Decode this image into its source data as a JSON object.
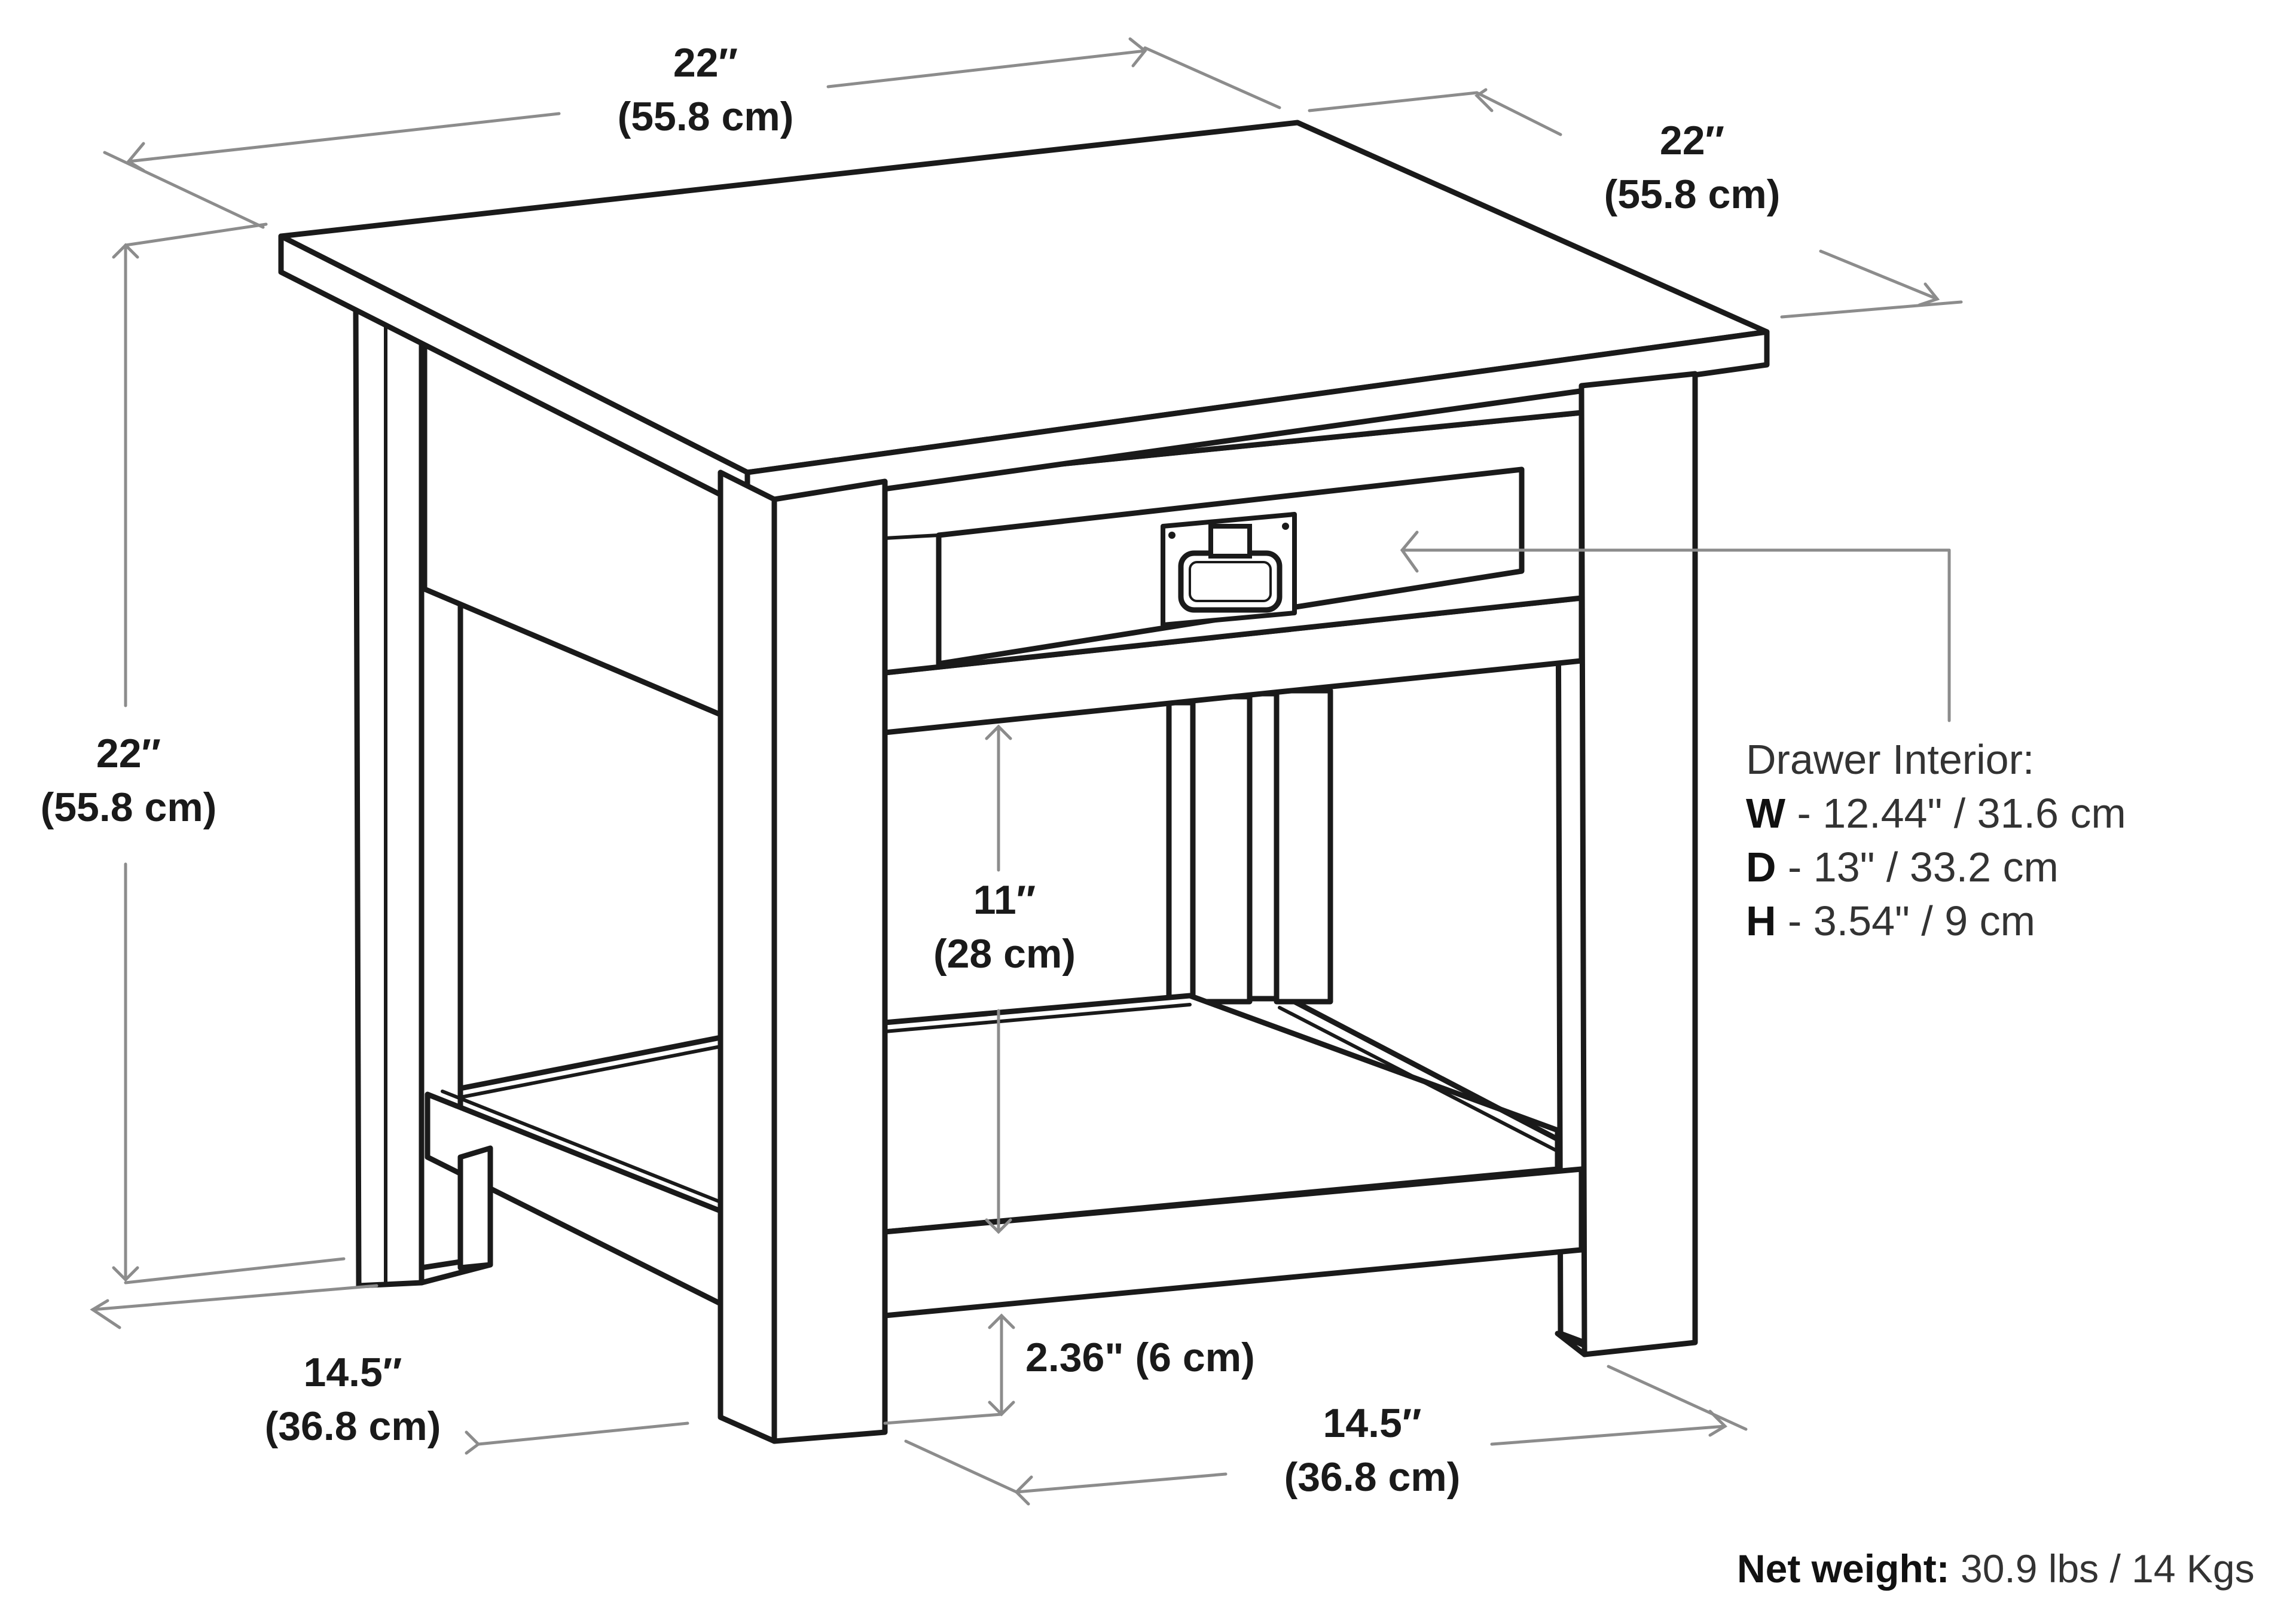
{
  "diagram": {
    "subject": "End table with drawer and lower shelf — dimension drawing",
    "colors": {
      "line": "#1a1a1a",
      "dimension_line": "#8c8c8c",
      "background": "#ffffff"
    },
    "dimensions": {
      "top_width": {
        "imperial": "22″",
        "metric": "(55.8 cm)"
      },
      "top_depth": {
        "imperial": "22″",
        "metric": "(55.8 cm)"
      },
      "height": {
        "imperial": "22″",
        "metric": "(55.8 cm)"
      },
      "shelf_clearance": {
        "imperial": "11″",
        "metric": "(28 cm)"
      },
      "floor_clearance": {
        "label": "2.36\" (6 cm)"
      },
      "base_depth": {
        "imperial": "14.5″",
        "metric": "(36.8 cm)"
      },
      "base_width": {
        "imperial": "14.5″",
        "metric": "(36.8 cm)"
      }
    },
    "drawer_interior": {
      "title": "Drawer Interior:",
      "rows": [
        {
          "key": "W",
          "value": " - 12.44\" / 31.6 cm"
        },
        {
          "key": "D",
          "value": " - 13\" / 33.2 cm"
        },
        {
          "key": "H",
          "value": " - 3.54\" / 9 cm"
        }
      ]
    },
    "net_weight": {
      "label": "Net weight:",
      "value": " 30.9 lbs / 14 Kgs"
    }
  }
}
